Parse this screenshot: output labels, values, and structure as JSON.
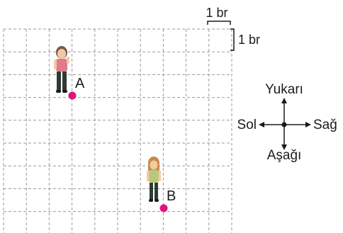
{
  "scale": {
    "horizontal_label": "1 br",
    "vertical_label": "1 br"
  },
  "grid": {
    "columns": 10,
    "rows": 9,
    "line_style": "dashed",
    "line_color": "#9a9a9a"
  },
  "points": [
    {
      "label": "A",
      "color": "#e0137a"
    },
    {
      "label": "B",
      "color": "#e0137a"
    }
  ],
  "compass": {
    "up": "Yukarı",
    "down": "Aşağı",
    "left": "Sol",
    "right": "Sağ"
  },
  "figures": [
    {
      "name": "girl-near-A",
      "hair": "#7a5a4a",
      "shirt": "#e07a8c",
      "pants": "#2f3a33"
    },
    {
      "name": "girl-near-B",
      "hair": "#c98a45",
      "shirt": "#b7c97a",
      "pants": "#2f3a33"
    }
  ]
}
